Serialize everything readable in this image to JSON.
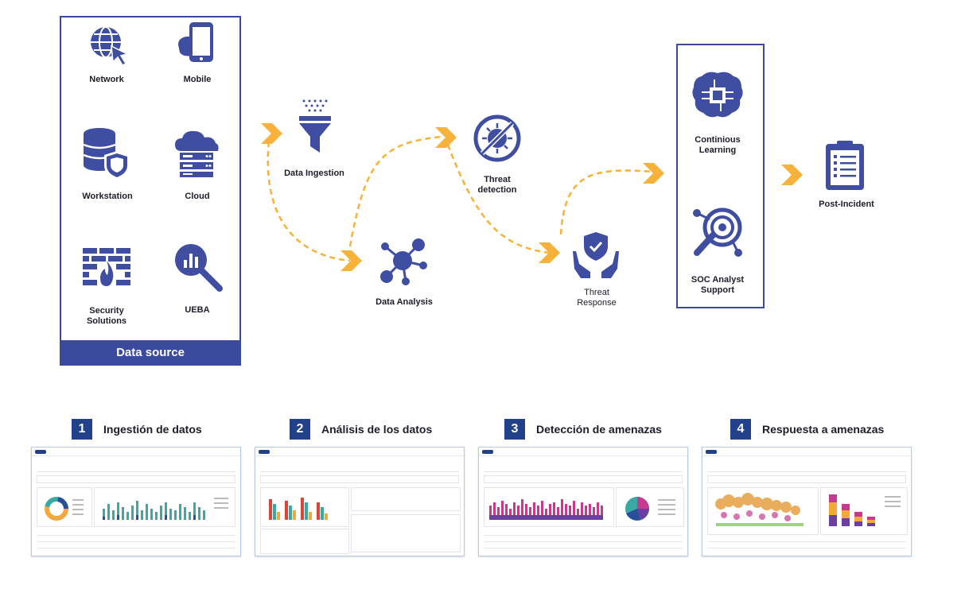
{
  "data_source": {
    "items": [
      {
        "label": "Network",
        "icon": "globe-cursor-icon"
      },
      {
        "label": "Mobile",
        "icon": "mobile-phone-icon"
      },
      {
        "label": "Workstation",
        "icon": "database-shield-icon"
      },
      {
        "label": "Cloud",
        "icon": "cloud-server-icon"
      },
      {
        "label": "Security\nSolutions",
        "icon": "firewall-icon"
      },
      {
        "label": "UEBA",
        "icon": "magnifier-chart-icon"
      }
    ],
    "footer": "Data source"
  },
  "pipeline": {
    "ingestion": "Data Ingestion",
    "analysis": "Data Analysis",
    "detection": "Threat\ndetection",
    "response": "Threat\nResponse",
    "learning": "Continious\nLearning",
    "analyst": "SOC Analyst\nSupport",
    "post": "Post-Incident"
  },
  "steps": [
    {
      "num": "1",
      "label": "Ingestión de datos"
    },
    {
      "num": "2",
      "label": "Análisis de los datos"
    },
    {
      "num": "3",
      "label": "Detección de amenazas"
    },
    {
      "num": "4",
      "label": "Respuesta a amenazas"
    }
  ],
  "colors": {
    "navy": "#3b4a9c",
    "icon": "#3f4ea0",
    "arrow": "#f6b23a",
    "step": "#23418a"
  }
}
